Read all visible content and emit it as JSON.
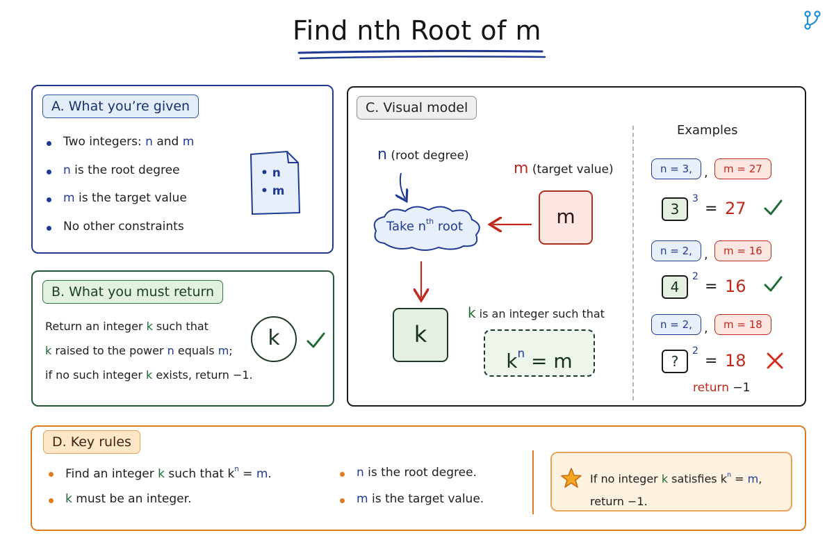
{
  "title": "Find nth Root of m",
  "colors": {
    "blue": "#1f3a93",
    "red": "#c0281c",
    "green": "#1d6b33",
    "orange": "#e07b1f"
  },
  "logo_icon": "branch-icon",
  "panel_a": {
    "tag": "A. What you’re given",
    "items": [
      {
        "pre": "Two integers: ",
        "v1": "n",
        "mid": " and ",
        "v2": "m"
      },
      {
        "v1": "n",
        "post": " is the root degree"
      },
      {
        "v1": "m",
        "post": " is the target value"
      },
      {
        "post": "No other constraints"
      }
    ],
    "doc_icon": "document-icon",
    "doc_n": "n",
    "doc_m": "m"
  },
  "panel_b": {
    "tag": "B. What you must return",
    "line1_pre": "Return an integer ",
    "line1_k": "k",
    "line1_post": " such that",
    "line2_k": "k",
    "line2_mid": " raised to the power ",
    "line2_n": "n",
    "line2_mid2": " equals ",
    "line2_m": "m",
    "line2_post": ";",
    "line3_pre": "if no such integer ",
    "line3_k": "k",
    "line3_post": " exists, return −1.",
    "circle_k": "k"
  },
  "panel_c": {
    "tag": "C. Visual model",
    "n_var": "n",
    "n_note": " (root degree)",
    "m_var": "m",
    "m_note": " (target value)",
    "cloud_pre": "Take n",
    "cloud_sup": "th",
    "cloud_post": " root",
    "m_box": "m",
    "k_box": "k",
    "k_desc_k": "k",
    "k_desc_post": " is an integer such that",
    "eq_k": "k",
    "eq_n": "n",
    "eq_rest": " = m",
    "examples_title": "Examples",
    "examples": [
      {
        "n_pill": "n = 3,",
        "m_pill": "m = 27",
        "base": "3",
        "exp": "3",
        "eq": "=",
        "result": "27",
        "status": "check"
      },
      {
        "n_pill": "n = 2,",
        "m_pill": "m = 16",
        "base": "4",
        "exp": "2",
        "eq": "=",
        "result": "16",
        "status": "check"
      },
      {
        "n_pill": "n = 2,",
        "m_pill": "m = 18",
        "base": "?",
        "exp": "2",
        "eq": "=",
        "result": "18",
        "status": "cross"
      }
    ],
    "comma": ",",
    "return_label": "return",
    "return_value": "−1"
  },
  "panel_d": {
    "tag": "D. Key rules",
    "rule1_pre": "Find an integer ",
    "rule1_k": "k",
    "rule1_mid": " such that ",
    "rule1_eqk": "k",
    "rule1_eqn": "n",
    "rule1_eq": " = ",
    "rule1_m": "m",
    "rule1_post": ".",
    "rule2_k": "k",
    "rule2_post": " must be an integer.",
    "rule3_n": "n",
    "rule3_post": " is the root degree.",
    "rule4_m": "m",
    "rule4_post": " is the target value.",
    "note_pre": "If no integer ",
    "note_k": "k",
    "note_mid": " satisfies ",
    "note_eqk": "k",
    "note_eqn": "n",
    "note_eq": " = ",
    "note_m": "m",
    "note_post": ",",
    "note_line2": "return −1.",
    "star_icon": "star-icon"
  }
}
